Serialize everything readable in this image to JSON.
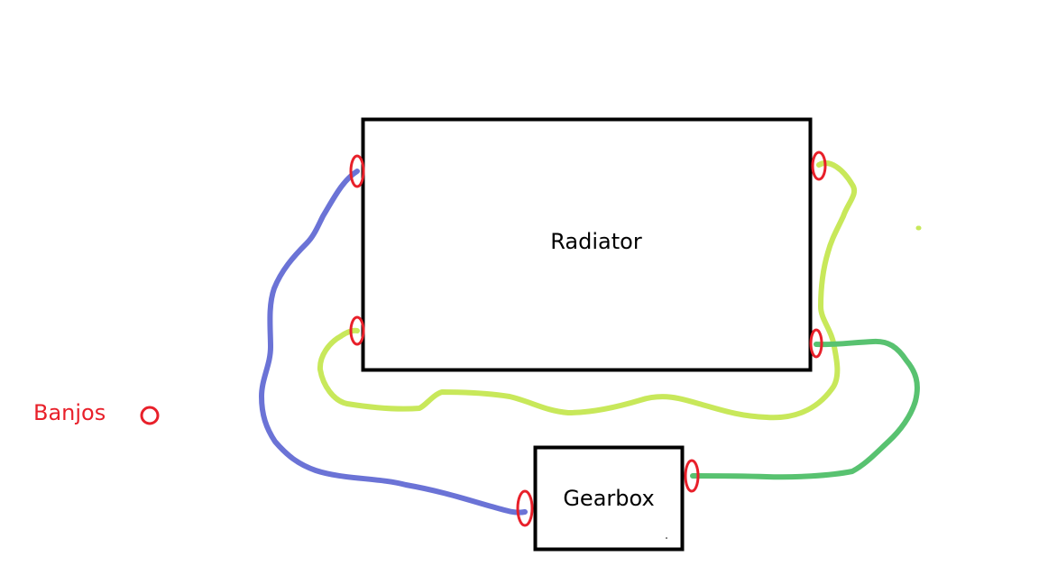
{
  "colors": {
    "background": "#ffffff",
    "box_stroke": "#000000",
    "banjo": "#e8202a",
    "hose_blue": "#6b73d6",
    "hose_yellow_green": "#c8e85a",
    "hose_green": "#58c270"
  },
  "components": {
    "radiator": {
      "label": "Radiator"
    },
    "gearbox": {
      "label": "Gearbox"
    }
  },
  "legend": {
    "banjo_label": "Banjos",
    "banjo_symbol": "red-ellipse"
  },
  "hoses": [
    {
      "name": "blue-hose",
      "color": "#6b73d6",
      "from": "Radiator top-left banjo",
      "to": "Gearbox left banjo"
    },
    {
      "name": "yellow-green-hose",
      "color": "#c8e85a",
      "from": "Radiator top-right banjo",
      "to": "Radiator bottom-left banjo"
    },
    {
      "name": "green-hose",
      "color": "#58c270",
      "from": "Radiator bottom-right banjo",
      "to": "Gearbox right banjo"
    }
  ]
}
